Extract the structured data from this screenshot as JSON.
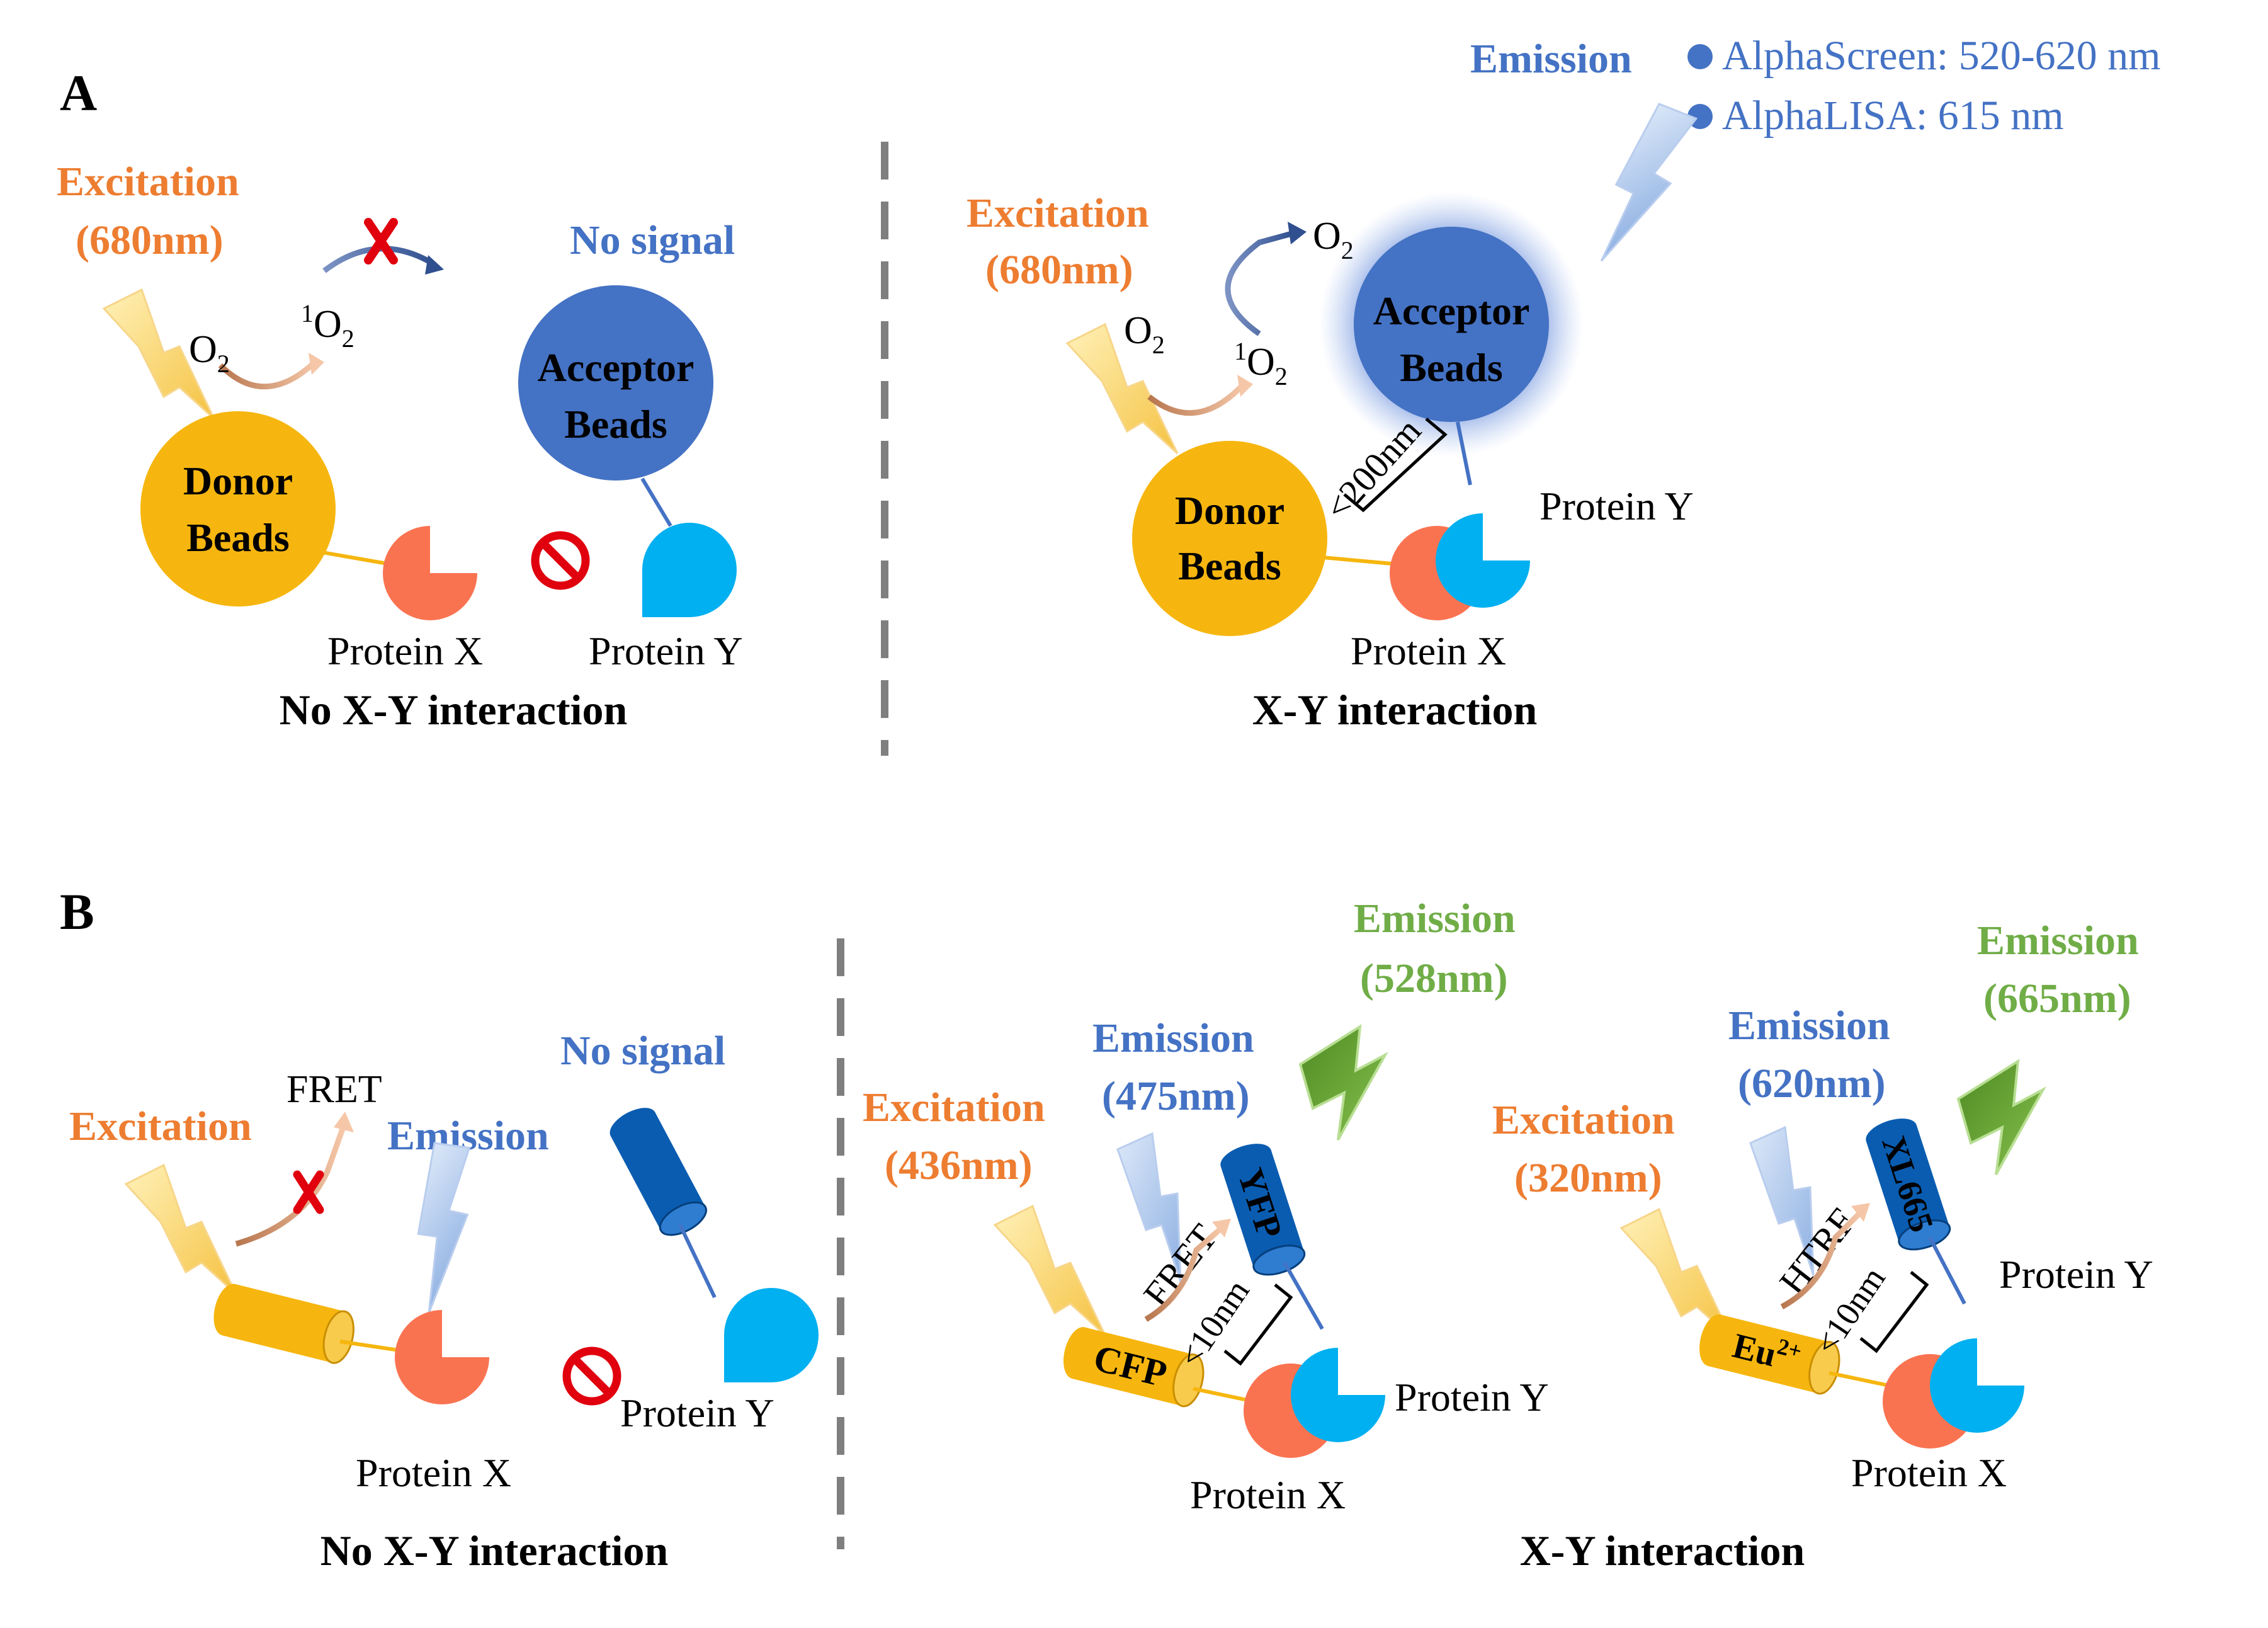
{
  "colors": {
    "donor": "#F6B60F",
    "acceptor": "#4472C4",
    "protein_x": "#FA7351",
    "protein_y": "#00B0F0",
    "excitation_text": "#ED7D31",
    "emission_text_blue": "#4472C4",
    "emission_text_green": "#70AD47",
    "no_signal_text": "#4472C4",
    "yfp_dark": "#0A5CB0",
    "forbidden_red": "#E0000E"
  },
  "icons": [
    "excitation-lightning-icon",
    "emission-lightning-icon",
    "forbidden-icon",
    "red-x-icon",
    "curved-arrow-icon"
  ],
  "panelA": {
    "label": "A",
    "left": {
      "excitation": "Excitation",
      "excitation_wl": "(680nm)",
      "o2": "O",
      "o2_sub": "2",
      "singlet_sup": "1",
      "singlet_o": "O",
      "singlet_sub": "2",
      "donor_line1": "Donor",
      "donor_line2": "Beads",
      "acceptor_line1": "Acceptor",
      "acceptor_line2": "Beads",
      "no_signal": "No signal",
      "protein_x": "Protein X",
      "protein_y": "Protein Y",
      "caption": "No X-Y interaction"
    },
    "right": {
      "emission": "Emission",
      "legend": [
        "AlphaScreen: 520-620 nm",
        "AlphaLISA: 615 nm"
      ],
      "excitation": "Excitation",
      "excitation_wl": "(680nm)",
      "o2_top": "O",
      "o2_top_sub": "2",
      "o2": "O",
      "o2_sub": "2",
      "singlet_sup": "1",
      "singlet_o": "O",
      "singlet_sub": "2",
      "acceptor_line1": "Acceptor",
      "acceptor_line2": "Beads",
      "donor_line1": "Donor",
      "donor_line2": "Beads",
      "distance": "<200nm",
      "protein_y": "Protein Y",
      "protein_x": "Protein X",
      "caption": "X-Y interaction"
    }
  },
  "panelB": {
    "label": "B",
    "left": {
      "excitation": "Excitation",
      "fret": "FRET",
      "emission": "Emission",
      "no_signal": "No signal",
      "protein_x": "Protein X",
      "protein_y": "Protein Y",
      "caption": "No X-Y interaction"
    },
    "middle": {
      "excitation": "Excitation",
      "excitation_wl": "(436nm)",
      "emission_blue": "Emission",
      "emission_blue_wl": "(475nm)",
      "emission_green": "Emission",
      "emission_green_wl": "(528nm)",
      "donor_label": "CFP",
      "acceptor_label": "YFP",
      "fret": "FRET",
      "distance": "<10nm",
      "protein_y": "Protein Y",
      "protein_x": "Protein X"
    },
    "right": {
      "excitation": "Excitation",
      "excitation_wl": "(320nm)",
      "emission_blue": "Emission",
      "emission_blue_wl": "(620nm)",
      "emission_green": "Emission",
      "emission_green_wl": "(665nm)",
      "donor_label": "Eu",
      "donor_sup": "2+",
      "acceptor_label": "XL665",
      "htrf": "HTRF",
      "distance": "<10nm",
      "protein_y": "Protein Y",
      "protein_x": "Protein X"
    },
    "caption": "X-Y interaction"
  }
}
